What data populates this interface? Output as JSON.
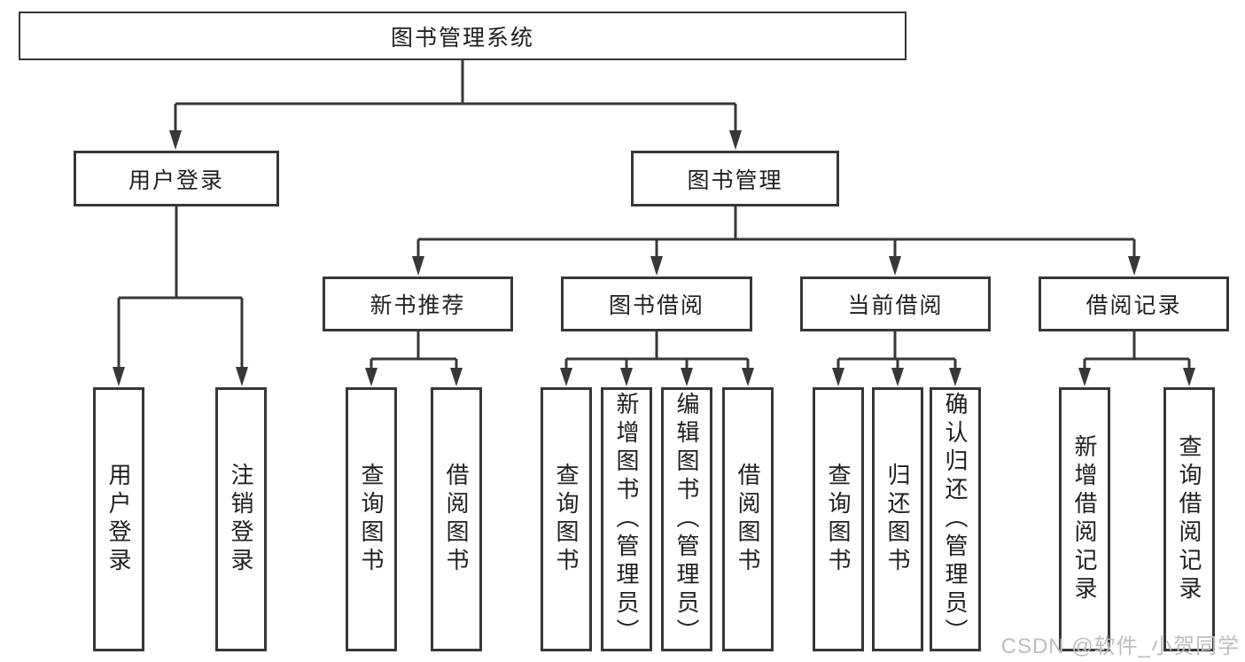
{
  "diagram": {
    "type": "tree",
    "root": {
      "label": "图书管理系统",
      "children": [
        {
          "label": "用户登录",
          "children": [
            {
              "label": "用户登录"
            },
            {
              "label": "注销登录"
            }
          ]
        },
        {
          "label": "图书管理",
          "children": [
            {
              "label": "新书推荐",
              "children": [
                {
                  "label": "查询图书"
                },
                {
                  "label": "借阅图书"
                }
              ]
            },
            {
              "label": "图书借阅",
              "children": [
                {
                  "label": "查询图书"
                },
                {
                  "label": "新增图书（管理员）"
                },
                {
                  "label": "编辑图书（管理员）"
                },
                {
                  "label": "借阅图书"
                }
              ]
            },
            {
              "label": "当前借阅",
              "children": [
                {
                  "label": "查询图书"
                },
                {
                  "label": "归还图书"
                },
                {
                  "label": "确认归还（管理员）"
                }
              ]
            },
            {
              "label": "借阅记录",
              "children": [
                {
                  "label": "新增借阅记录"
                },
                {
                  "label": "查询借阅记录"
                }
              ]
            }
          ]
        }
      ]
    },
    "line_color": "#373737",
    "text_color": "#202020"
  },
  "watermark": {
    "label": "CSDN @软件_小贺同学",
    "color": "#bdbdbd"
  }
}
